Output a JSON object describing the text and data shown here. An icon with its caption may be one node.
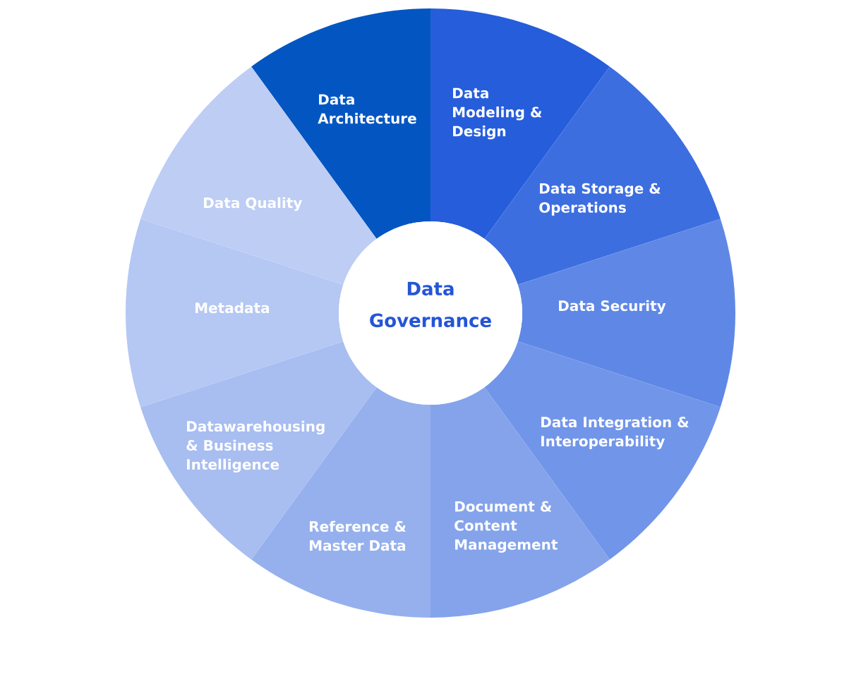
{
  "diagram": {
    "nodes": [
      {
        "text": [
          "Data Governance"
        ]
      },
      {
        "text": [
          "Data Architecture"
        ]
      },
      {
        "text": [
          "Data Modeling & Design"
        ]
      },
      {
        "text": [
          "Data Storage & Operations"
        ]
      },
      {
        "text": [
          "Data Security"
        ]
      },
      {
        "text": [
          "Data Integration & Interoperability"
        ]
      },
      {
        "text": [
          "Document & Content Management"
        ]
      },
      {
        "text": [
          "Reference & Master Data"
        ]
      },
      {
        "text": [
          "Datawarehousing & Business Intelligence"
        ]
      },
      {
        "text": [
          "Metadata"
        ]
      },
      {
        "text": [
          "Data Quality"
        ]
      }
    ]
  }
}
